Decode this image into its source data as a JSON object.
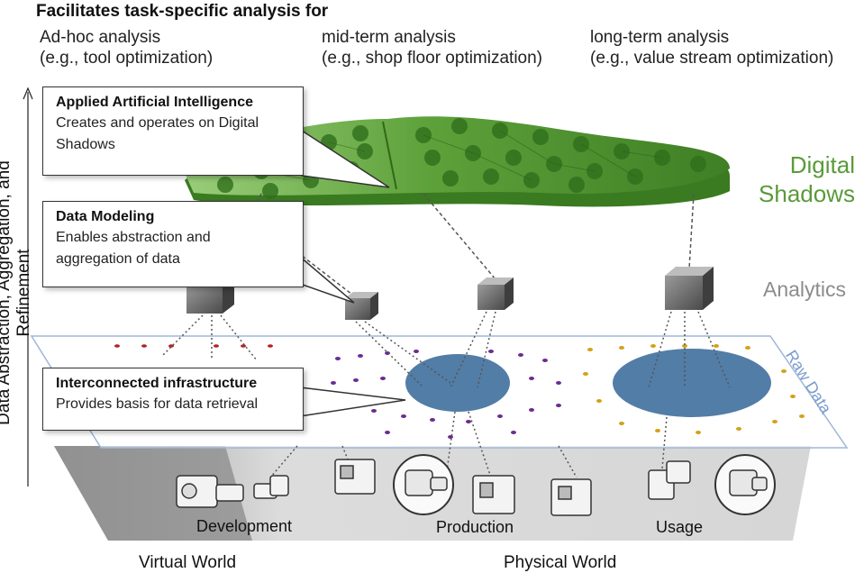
{
  "header": {
    "title": "Facilitates task-specific analysis for",
    "columns": [
      {
        "line1": "Ad-hoc analysis",
        "line2": "(e.g., tool optimization)"
      },
      {
        "line1": "mid-term analysis",
        "line2": "(e.g., shop floor optimization)"
      },
      {
        "line1": "long-term analysis",
        "line2": "(e.g., value stream optimization)"
      }
    ]
  },
  "axis_label": "Data Abstraction, Aggregation, and Refinement",
  "callouts": {
    "ai": {
      "title": "Applied Artificial Intelligence",
      "line1": "Creates and operates on Digital",
      "line2": "Shadows"
    },
    "modeling": {
      "title": "Data Modeling",
      "line1": "Enables abstraction and",
      "line2": "aggregation of data"
    },
    "infra": {
      "title": "Interconnected infrastructure",
      "line1": "Provides basis for data retrieval"
    }
  },
  "layers": {
    "shadows_line1": "Digital",
    "shadows_line2": "Shadows",
    "analytics": "Analytics",
    "raw": "Raw Data"
  },
  "areas": {
    "development": "Development",
    "production": "Production",
    "usage": "Usage"
  },
  "worlds": {
    "virtual": "Virtual World",
    "physical": "Physical World"
  },
  "colors": {
    "shadow_green": "#4f8f2f",
    "shadow_green_light": "#8cc36a",
    "raw_border": "#9fb6d8",
    "cluster_blue": "#3f6f9c",
    "dev_dots": "#b22222",
    "prod_dots": "#6a2c91",
    "usage_dots": "#d4a017"
  }
}
